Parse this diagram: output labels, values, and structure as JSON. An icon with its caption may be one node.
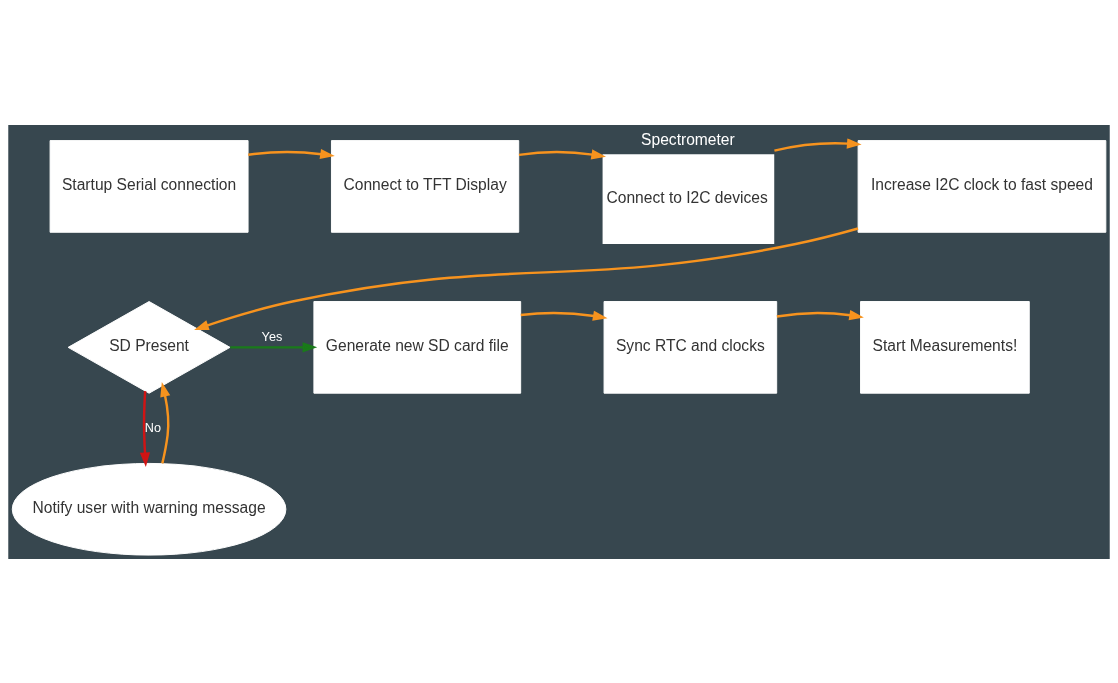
{
  "diagram": {
    "nodes": [
      {
        "text": [
          "Startup Serial connection"
        ]
      },
      {
        "text": [
          "Connect to TFT Display"
        ]
      },
      {
        "text": [
          "Connect to I2C devices"
        ],
        "beside": [
          "Spectrometer"
        ]
      },
      {
        "text": [
          "Increase I2C clock to fast speed"
        ]
      },
      {
        "text": [
          "SD Present"
        ]
      },
      {
        "text": [
          "Generate new SD card file"
        ]
      },
      {
        "text": [
          "Sync RTC and clocks"
        ]
      },
      {
        "text": [
          "Start Measurements!"
        ]
      },
      {
        "text": [
          "Notify user with warning message"
        ]
      }
    ],
    "edges": [
      {
        "from": 0,
        "to": 1,
        "arrow": "to"
      },
      {
        "from": 1,
        "to": 2,
        "arrow": "to"
      },
      {
        "from": 2,
        "to": 3,
        "arrow": "to"
      },
      {
        "from": 3,
        "to": 4,
        "arrow": "to"
      },
      {
        "from": 4,
        "to": 5,
        "arrow": "to",
        "label": "Yes",
        "color": "#1a7a1a"
      },
      {
        "from": 5,
        "to": 6,
        "arrow": "to"
      },
      {
        "from": 6,
        "to": 7,
        "arrow": "to"
      },
      {
        "from": 4,
        "to": 8,
        "arrow": "to",
        "label": "No",
        "color": "#d01414"
      },
      {
        "from": 8,
        "to": 4,
        "arrow": "to"
      }
    ]
  }
}
